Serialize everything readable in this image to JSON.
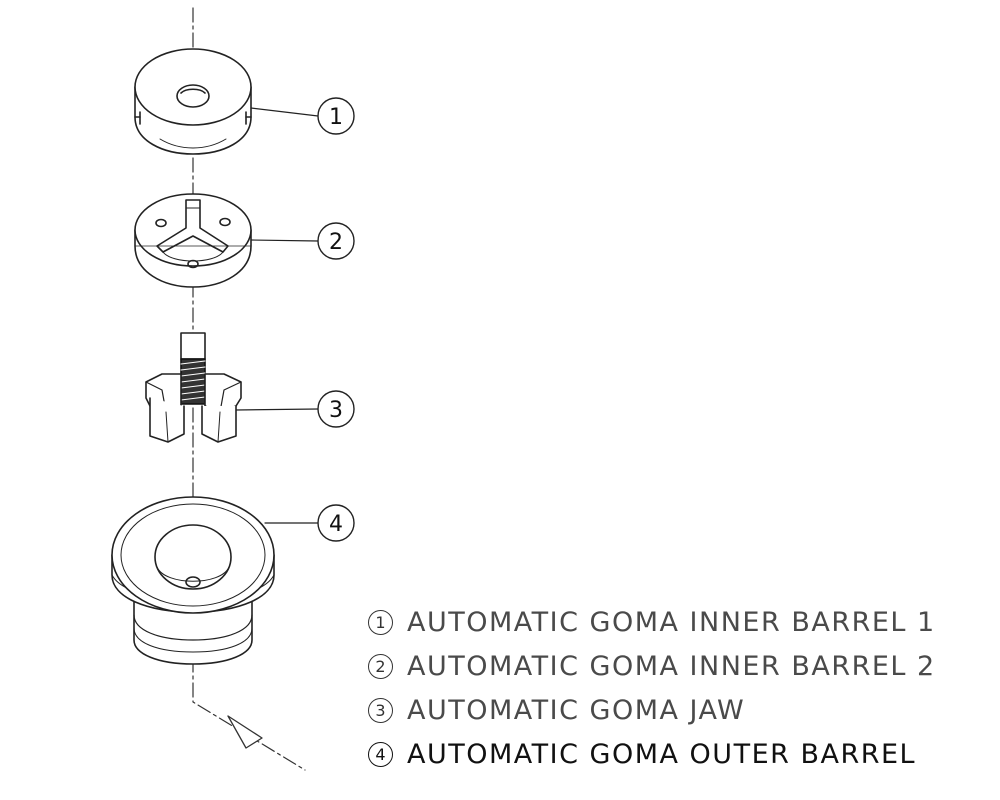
{
  "parts": [
    {
      "number": "1",
      "name": "AUTOMATIC GOMA INNER BARREL 1",
      "icon": "inner-barrel-1-icon"
    },
    {
      "number": "2",
      "name": "AUTOMATIC GOMA INNER BARREL 2",
      "icon": "inner-barrel-2-icon"
    },
    {
      "number": "3",
      "name": "AUTOMATIC GOMA JAW",
      "icon": "jaw-icon"
    },
    {
      "number": "4",
      "name": "AUTOMATIC GOMA OUTER BARREL",
      "icon": "outer-barrel-icon"
    }
  ],
  "colors": {
    "line": "#222222",
    "text": "#4a4a4a",
    "background": "#ffffff"
  }
}
